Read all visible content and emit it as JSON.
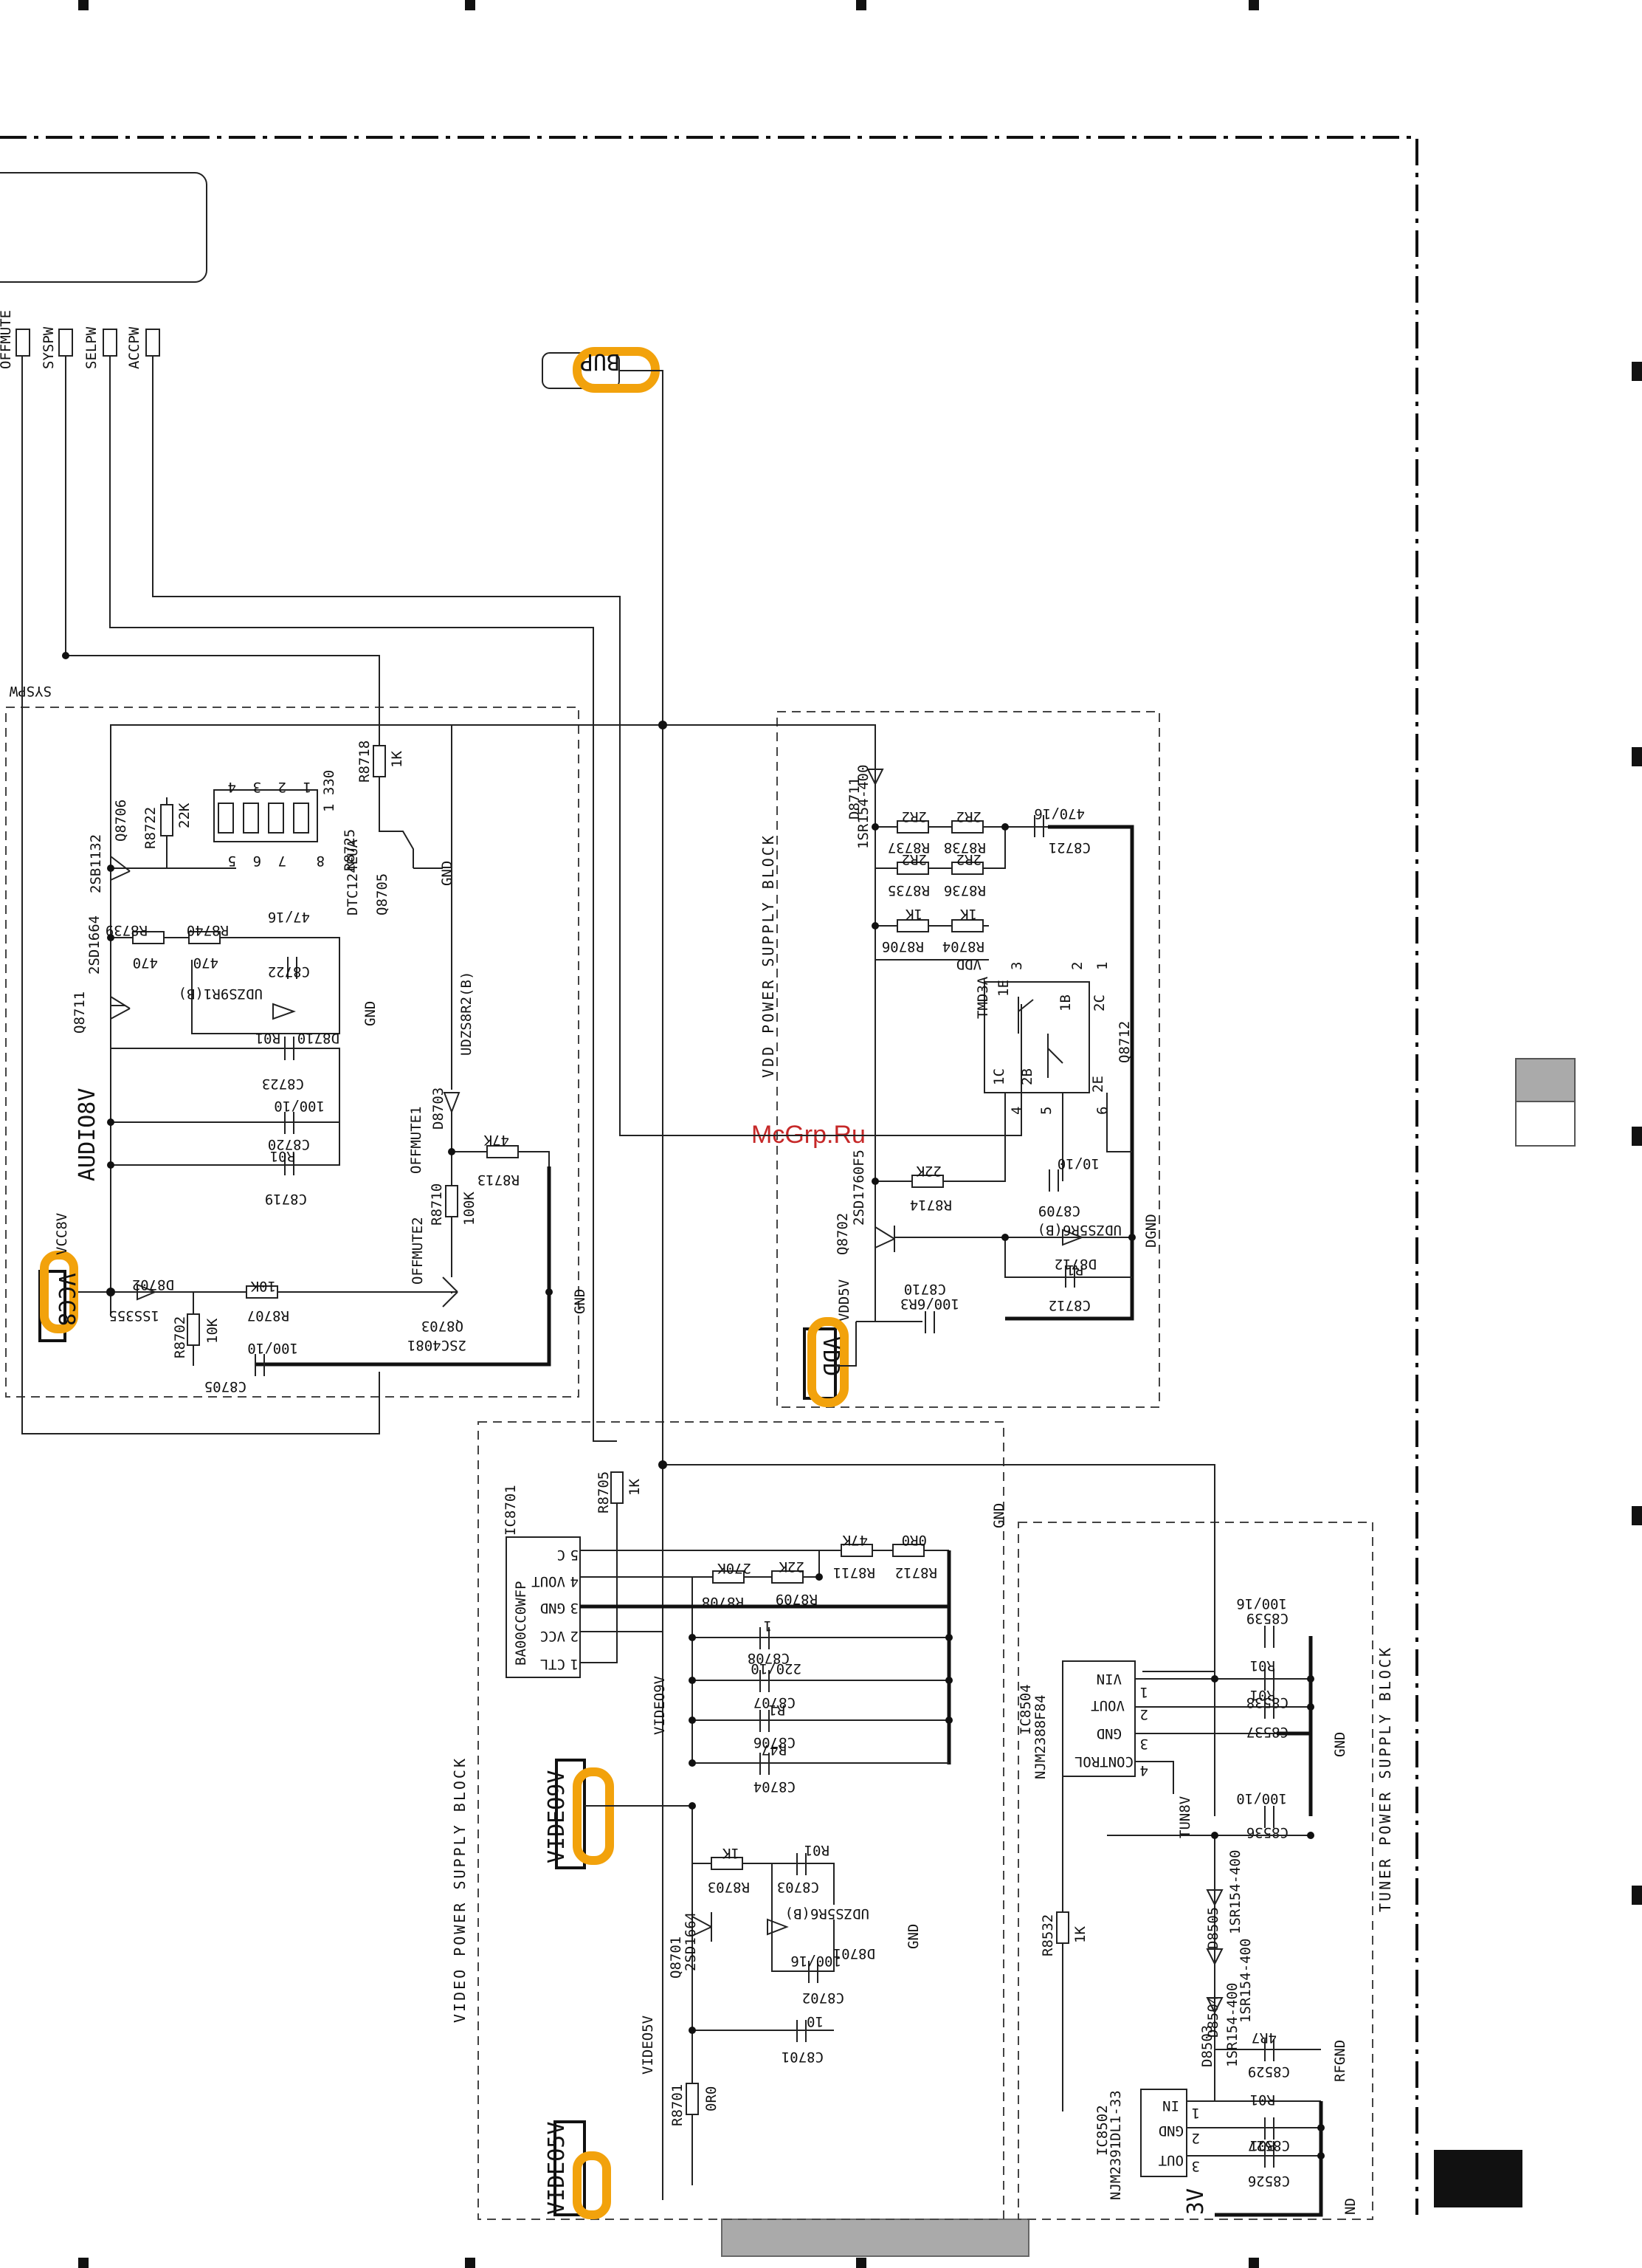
{
  "watermark": "McGrp.Ru",
  "ports": {
    "offmute": "OFFMUTE",
    "syspw": "SYSPW",
    "selpw": "SELPW",
    "accpw": "ACCPW",
    "syspw_mirror": "SYSPW"
  },
  "power_nets": {
    "bup": "BUP",
    "vcc8": "VCC8",
    "vdd": "VDD",
    "video9v": "VIDEO9V",
    "video5v": "VIDEO5V",
    "v3": "3V",
    "audio8v": "AUDIO8V",
    "vcc8v": "VCC8V",
    "vdd5v": "VDD5V",
    "tun8v": "TUN8V",
    "vdd_ref": "VDD",
    "offmute1": "OFFMUTE1",
    "offmute2": "OFFMUTE2",
    "gnd": "GND",
    "dgnd": "DGND",
    "rfgnd": "RFGND",
    "nd": "ND"
  },
  "blocks": {
    "vdd": "VDD POWER SUPPLY BLOCK",
    "video": "VIDEO POWER SUPPLY BLOCK",
    "tuner": "TUNER POWER SUPPLY BLOCK"
  },
  "ics": {
    "ic8701": {
      "ref": "IC8701",
      "part": "BA00CC0WFP",
      "pins": [
        "CTL",
        "VCC",
        "GND",
        "VOUT",
        "C"
      ],
      "pin_nums": [
        "1",
        "2",
        "3",
        "4",
        "5"
      ]
    },
    "ic8504": {
      "ref": "IC8504",
      "part": "NJM2388F84",
      "pins": [
        "VIN",
        "VOUT",
        "GND",
        "CONTROL"
      ],
      "pin_nums": [
        "1",
        "2",
        "3",
        "4"
      ]
    },
    "ic8502": {
      "ref": "IC8502",
      "part": "NJM2391DL1-33",
      "pins": [
        "IN",
        "GND",
        "OUT"
      ],
      "pin_nums": [
        "1",
        "2",
        "3"
      ]
    },
    "q8712": {
      "ref": "Q8712",
      "part": "TMD3A",
      "pins": [
        "1E",
        "1B",
        "2C",
        "2B",
        "2E",
        "1C"
      ],
      "pin_nums": [
        "1",
        "2",
        "3",
        "4",
        "5",
        "6"
      ]
    },
    "q8705": {
      "ref": "Q8705",
      "part": "DTC124EUA",
      "r8725": "R8725",
      "r8725_val": "1 330",
      "pins": [
        "1",
        "2",
        "3",
        "4",
        "5",
        "6",
        "7",
        "8"
      ]
    }
  },
  "transistors": {
    "q8706": {
      "ref": "Q8706",
      "part": "2SB1132"
    },
    "q8711": {
      "ref": "Q8711",
      "part": "2SD1664"
    },
    "q8703": {
      "ref": "Q8703",
      "part": "2SC4081"
    },
    "q8702": {
      "ref": "Q8702",
      "part": "2SD1760F5"
    },
    "q8701": {
      "ref": "Q8701",
      "part": "2SD1664"
    }
  },
  "audio_parts": {
    "r8722": {
      "ref": "R8722",
      "val": "22K"
    },
    "r8718": {
      "ref": "R8718",
      "val": "1K"
    },
    "r8739": {
      "ref": "R8739",
      "val": "470"
    },
    "r8740": {
      "ref": "R8740",
      "val": "470"
    },
    "c8722": {
      "ref": "C8722",
      "val": "47/16"
    },
    "d8710": {
      "ref": "D8710",
      "val": "UDZS9R1(B)"
    },
    "c8723": {
      "ref": "C8723",
      "val": "R01"
    },
    "c8720": {
      "ref": "C8720",
      "val": "100/10"
    },
    "c8719": {
      "ref": "C8719",
      "val": "R01"
    },
    "d8703": {
      "ref": "D8703",
      "val": "UDZS8R2(B)"
    },
    "r8713": {
      "ref": "R8713",
      "val": "47K"
    },
    "r8710": {
      "ref": "R8710",
      "val": "100K"
    },
    "d8702": {
      "ref": "D8702",
      "val": "1SS355"
    },
    "r8707": {
      "ref": "R8707",
      "val": "10K"
    },
    "r8702": {
      "ref": "R8702",
      "val": "10K"
    },
    "c8705": {
      "ref": "C8705",
      "val": "100/10"
    }
  },
  "vdd_parts": {
    "d8711": {
      "ref": "D8711",
      "val": "1SR154-400"
    },
    "r8737": {
      "ref": "R8737",
      "val": "2R2"
    },
    "r8738": {
      "ref": "R8738",
      "val": "2R2"
    },
    "r8735": {
      "ref": "R8735",
      "val": "2R2"
    },
    "r8736": {
      "ref": "R8736",
      "val": "2R2"
    },
    "c8721": {
      "ref": "C8721",
      "val": "470/16"
    },
    "r8706": {
      "ref": "R8706",
      "val": "1K"
    },
    "r8704": {
      "ref": "R8704",
      "val": "1K"
    },
    "c8709": {
      "ref": "C8709",
      "val": "10/10"
    },
    "r8714": {
      "ref": "R8714",
      "val": "22K"
    },
    "d8712": {
      "ref": "D8712",
      "val": "UDZS5R6(B)"
    },
    "c8712": {
      "ref": "C8712",
      "val": "R1"
    },
    "c8710": {
      "ref": "C8710",
      "val": "100/6R3"
    }
  },
  "video_parts": {
    "r8705": {
      "ref": "R8705",
      "val": "1K"
    },
    "r8711": {
      "ref": "R8711",
      "val": "47K"
    },
    "r8712": {
      "ref": "R8712",
      "val": "0R0"
    },
    "r8708": {
      "ref": "R8708",
      "val": "270K"
    },
    "r8709": {
      "ref": "R8709",
      "val": "22K"
    },
    "c8708": {
      "ref": "C8708",
      "val": "1"
    },
    "c8707": {
      "ref": "C8707",
      "val": "220/10"
    },
    "c8706": {
      "ref": "C8706",
      "val": "R1"
    },
    "c8704": {
      "ref": "C8704",
      "val": "R47"
    },
    "r8703": {
      "ref": "R8703",
      "val": "1K"
    },
    "c8703": {
      "ref": "C8703",
      "val": "R01"
    },
    "d8701": {
      "ref": "D8701",
      "val": "UDZS5R6(B)"
    },
    "c8702": {
      "ref": "C8702",
      "val": "100/16"
    },
    "c8701": {
      "ref": "C8701",
      "val": "10"
    },
    "r8701": {
      "ref": "R8701",
      "val": "0R0"
    }
  },
  "tuner_parts": {
    "c8539": {
      "ref": "C8539",
      "val": "100/16"
    },
    "c8538": {
      "ref": "C8538",
      "val": "R01"
    },
    "c8537": {
      "ref": "C8537",
      "val": "R01"
    },
    "c8536": {
      "ref": "C8536",
      "val": "100/10"
    },
    "r8532": {
      "ref": "R8532",
      "val": "1K"
    },
    "d8505": {
      "ref": "D8505",
      "val": "1SR154-400"
    },
    "d8504": {
      "ref": "D8504",
      "val": "1SR154-400"
    },
    "d8503": {
      "ref": "D8503",
      "val": "1SR154-400"
    },
    "c8529": {
      "ref": "C8529",
      "val": "4R7"
    },
    "c8527": {
      "ref": "C8527",
      "val": "R01"
    },
    "c8526": {
      "ref": "C8526",
      "val": "R01"
    }
  }
}
